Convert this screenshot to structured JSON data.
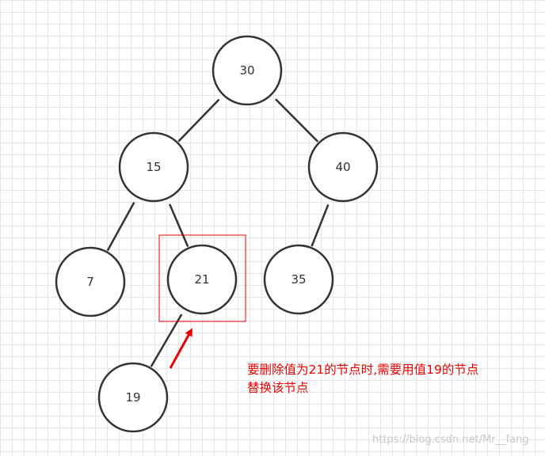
{
  "tree": {
    "nodes": [
      {
        "id": "n30",
        "label": "30"
      },
      {
        "id": "n15",
        "label": "15"
      },
      {
        "id": "n40",
        "label": "40"
      },
      {
        "id": "n7",
        "label": "7"
      },
      {
        "id": "n21",
        "label": "21"
      },
      {
        "id": "n35",
        "label": "35"
      },
      {
        "id": "n19",
        "label": "19"
      }
    ],
    "edges": [
      [
        "n30",
        "n15"
      ],
      [
        "n30",
        "n40"
      ],
      [
        "n15",
        "n7"
      ],
      [
        "n15",
        "n21"
      ],
      [
        "n40",
        "n35"
      ],
      [
        "n21",
        "n19"
      ]
    ],
    "highlighted_node": "n21"
  },
  "annotation": {
    "line1": "要删除值为21的节点时,需要用值19的节点",
    "line2": "替换该节点"
  },
  "watermark": "https://blog.csdn.net/Mr__fang",
  "colors": {
    "node_stroke": "#333333",
    "highlight_box": "#e60000",
    "arrow": "#e60000",
    "annotation_text": "#e60000"
  }
}
